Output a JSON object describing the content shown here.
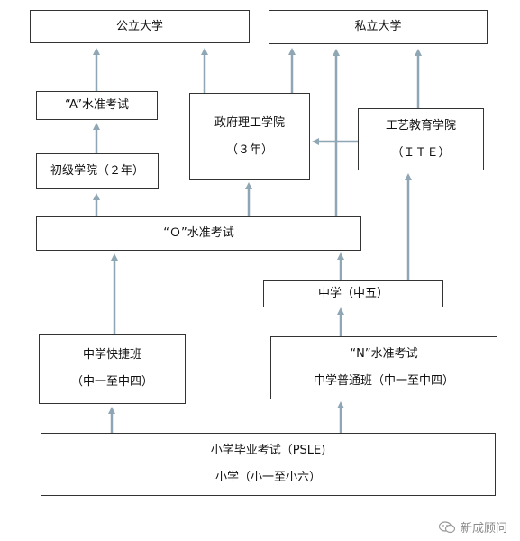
{
  "boxes": {
    "public_university": "公立大学",
    "private_university": "私立大学",
    "a_level_exam": "“A”水准考试",
    "polytechnic": {
      "line1": "政府理工学院",
      "line2": "（３年）"
    },
    "ite": {
      "line1": "工艺教育学院",
      "line2": "（ＩＴＥ）"
    },
    "junior_college": "初级学院（２年）",
    "o_level_exam": "“Ｏ”水准考试",
    "secondary_five": "中学（中五）",
    "express_stream": {
      "line1": "中学快捷班",
      "line2": "（中一至中四）"
    },
    "normal_stream": {
      "line1": "“N”水准考试",
      "line2": "中学普通班（中一至中四）"
    },
    "primary": {
      "line1": "小学毕业考试（PSLE)",
      "line2": "小学（小一至小六）"
    }
  },
  "watermark": {
    "text": "新成顾问",
    "icon": "wechat-icon"
  },
  "colors": {
    "arrow": "#8fa6b4",
    "border": "#333333"
  }
}
